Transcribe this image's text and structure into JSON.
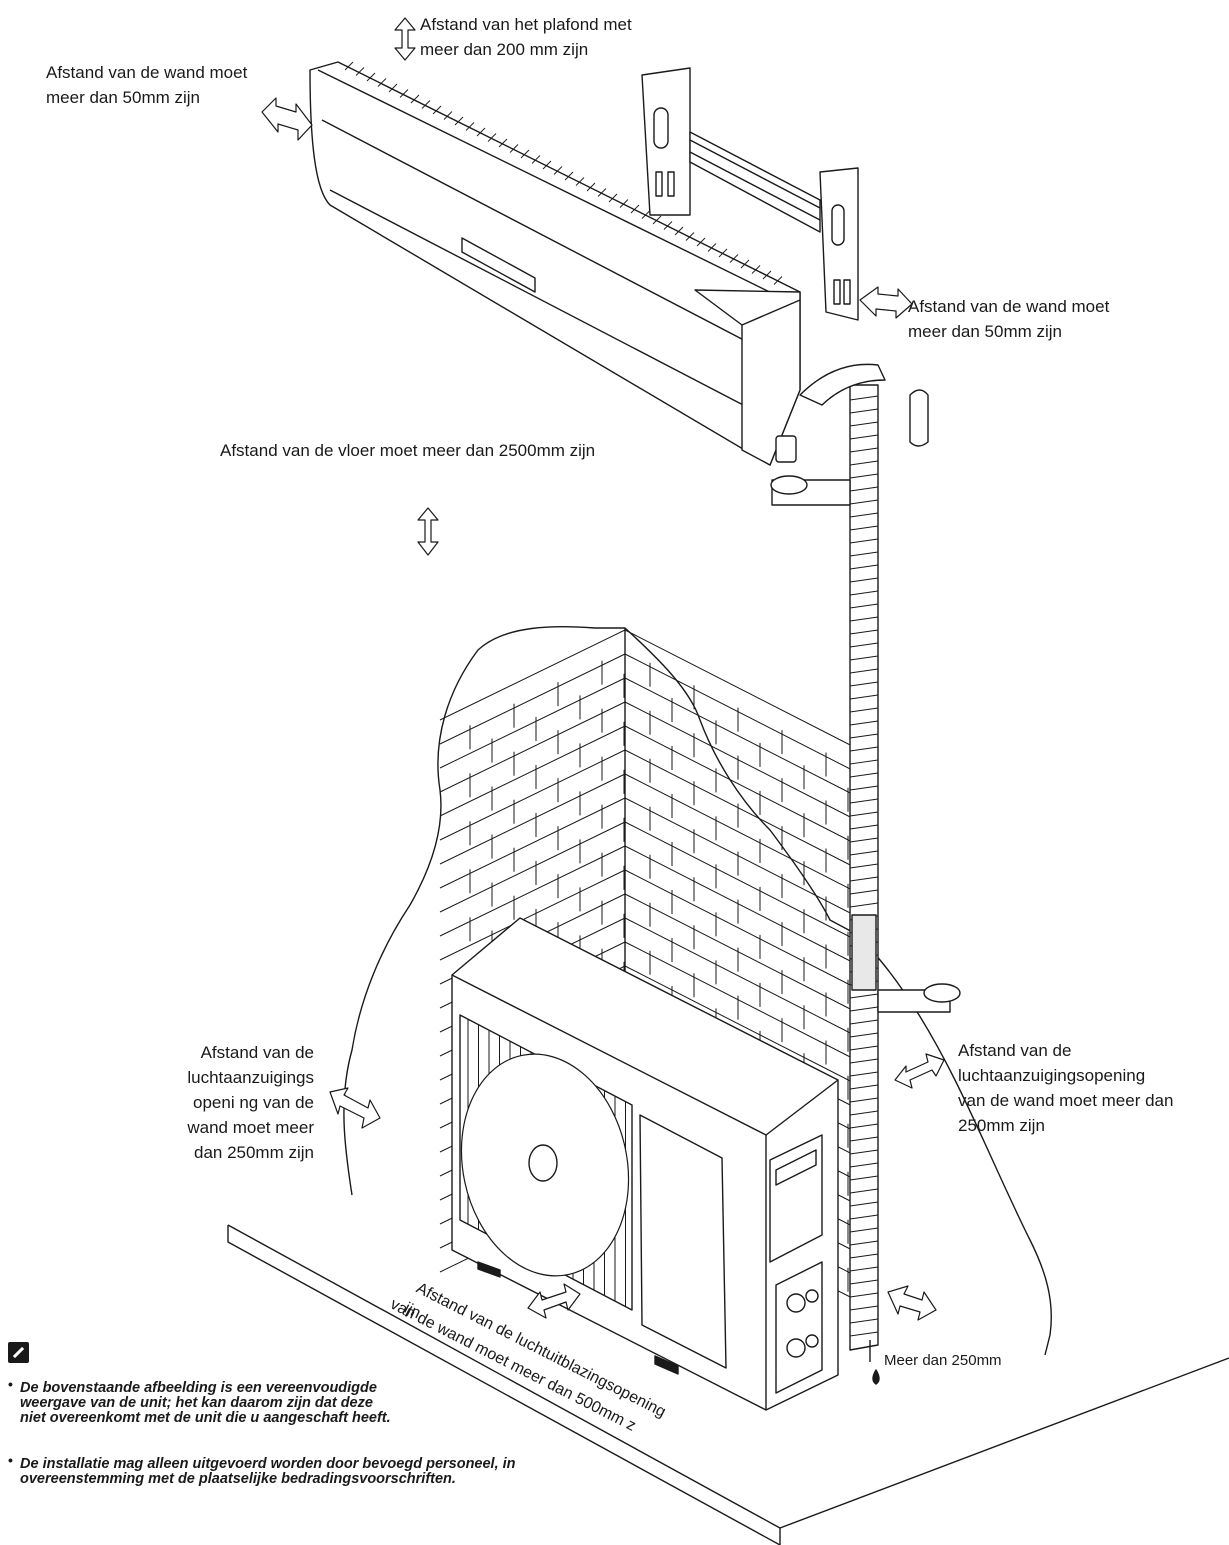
{
  "labels": {
    "ceiling": "Afstand van het plafond met\nmeer dan 200 mm zijn",
    "wall_left": "Afstand van de wand moet\nmeer dan 50mm zijn",
    "wall_right": "Afstand van de wand moet\nmeer dan 50mm zijn",
    "floor": "Afstand van de vloer moet meer dan 2500mm zijn",
    "intake_left": "Afstand van de\nluchtaanzuigings\nopeni ng van de\nwand moet meer\ndan 250mm zijn",
    "intake_right": "Afstand van de\nluchtaanzuigingsopening\nvan de wand moet meer dan\n250mm zijn",
    "outlet": "Afstand van de luchtuitblazingsopening",
    "outlet_line2": "van de wand moet meer dan 500mm z",
    "outlet_overlap": "ijn",
    "drain": "Meer dan 250mm"
  },
  "notes": [
    "De bovenstaande afbeelding is een vereenvoudigde\nweergave van de unit; het kan daarom zijn dat deze\nniet overeenkomt met de unit die u aangeschaft heeft.",
    "De installatie mag alleen uitgevoerd worden door bevoegd personeel, in\novereenstemming met de plaatselijke bedradingsvoorschriften."
  ],
  "icons": [
    "double-arrow-icon",
    "pencil-note-icon",
    "water-drop-icon"
  ]
}
